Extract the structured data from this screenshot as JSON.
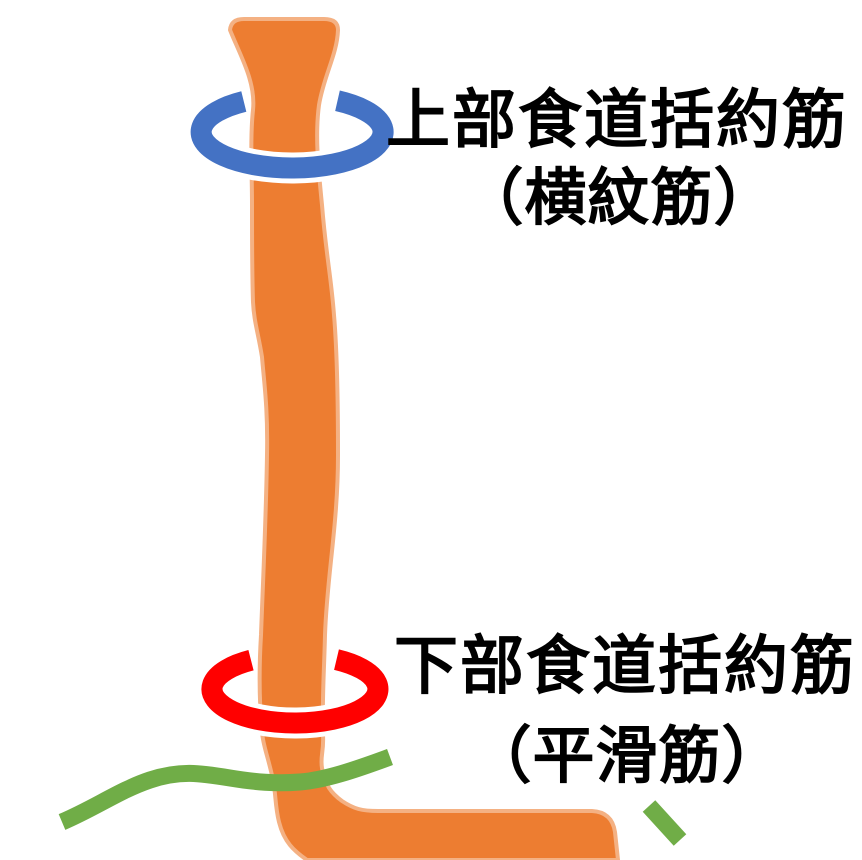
{
  "figure": {
    "colors": {
      "background": "#FFFFFF",
      "esophagus": "#ED7D31",
      "esophagus_outline": "#F4B183",
      "upper_ring": "#4472C4",
      "lower_ring": "#FF0000",
      "diaphragm": "#70AD47",
      "halo": "#FFFFFF",
      "text": "#000000"
    },
    "labels": {
      "upper_sphincter": {
        "line1": "上部食道括約筋",
        "line2": "（横紋筋）"
      },
      "lower_sphincter": {
        "line1": "下部食道括約筋",
        "line2": "（平滑筋）"
      }
    }
  }
}
